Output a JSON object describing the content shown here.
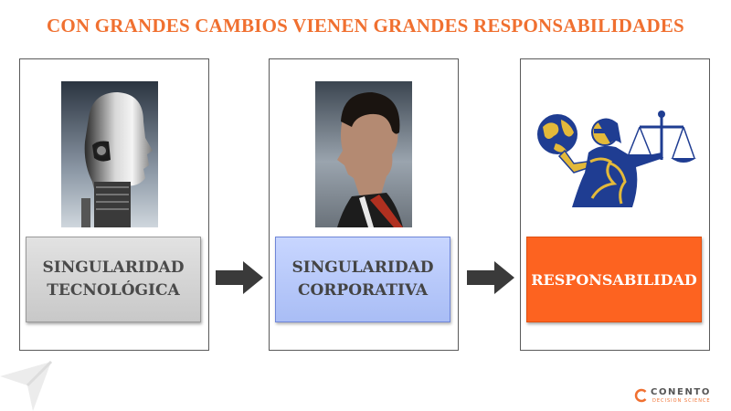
{
  "title": "CON GRANDES CAMBIOS VIENEN GRANDES RESPONSABILIDADES",
  "steps": [
    {
      "line1": "SINGULARIDAD",
      "line2": "TECNOLÓGICA",
      "image": "robot-head-icon"
    },
    {
      "line1": "SINGULARIDAD",
      "line2": "CORPORATIVA",
      "image": "man-profile-icon"
    },
    {
      "line1": "RESPONSABILIDAD",
      "line2": "",
      "image": "lady-justice-icon"
    }
  ],
  "arrows": [
    "arrow-right-icon",
    "arrow-right-icon"
  ],
  "brand": {
    "name": "CONENTO",
    "tagline": "DECISION SCIENCE"
  },
  "colors": {
    "title": "#f07030",
    "step1_box": "#d0d0d0",
    "step2_box": "#b4c6fb",
    "step3_box": "#fd6320",
    "arrow": "#3a3a3a",
    "justice_blue": "#1f3d92",
    "justice_gold": "#e3b93a"
  }
}
